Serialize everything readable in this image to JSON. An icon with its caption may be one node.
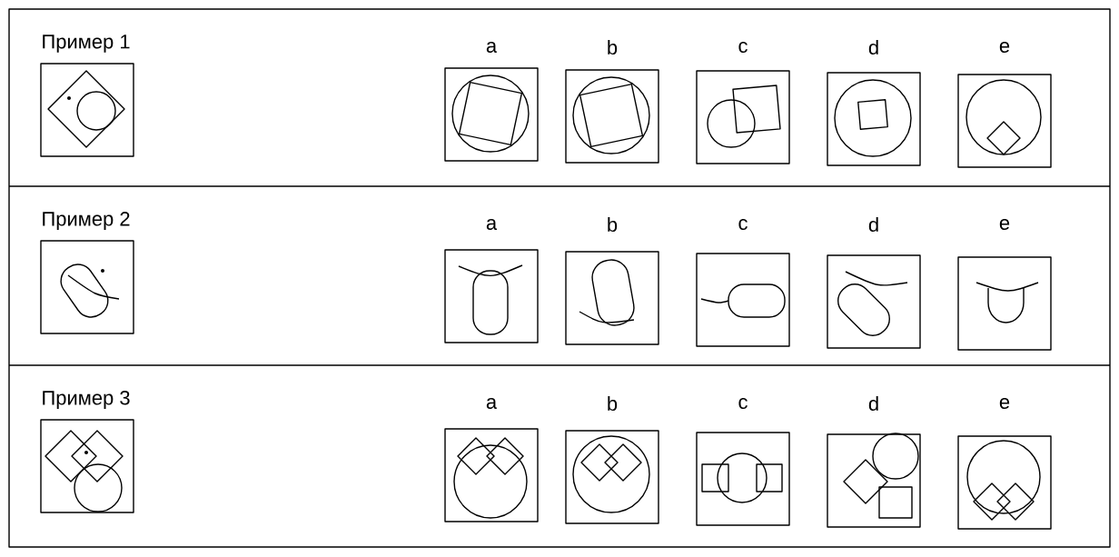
{
  "diagram": {
    "labels": [
      "Пример 1",
      "a",
      "b",
      "c",
      "d",
      "e",
      "Пример 2",
      "a",
      "b",
      "c",
      "d",
      "e",
      "Пример 3",
      "a",
      "b",
      "c",
      "d",
      "e"
    ]
  }
}
